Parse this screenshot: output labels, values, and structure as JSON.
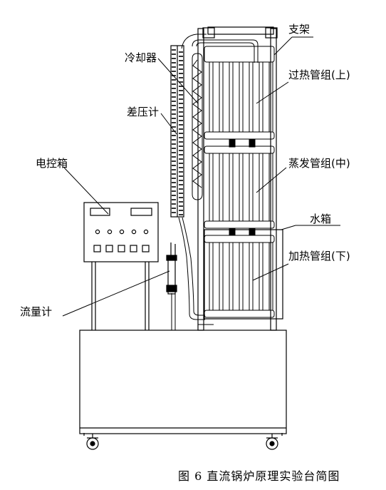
{
  "labels": {
    "support_frame": "支架",
    "cooler": "冷却器",
    "superheater_group": "过热管组(上)",
    "diff_pressure_gauge": "差压计",
    "evaporator_group": "蒸发管组(中)",
    "control_box": "电控箱",
    "water_tank": "水箱",
    "heater_group": "加热管组(下)",
    "flow_meter": "流量计"
  },
  "caption": "图 6  直流锅炉原理实验台简图"
}
